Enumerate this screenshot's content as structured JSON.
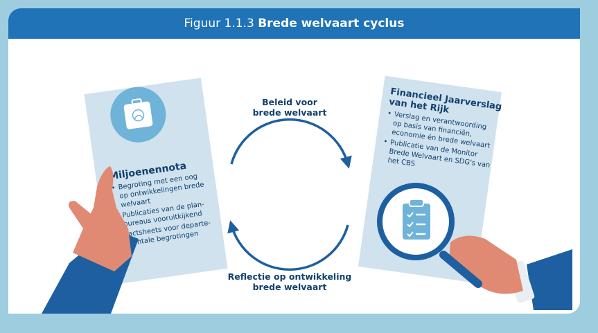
{
  "header": {
    "prefix": "Figuur 1.1.3",
    "title": "Brede welvaart cyclus"
  },
  "left_doc": {
    "title": "Miljoenennota",
    "bullets": [
      [
        "Begroting met een oog",
        "op ontwikkelingen brede",
        "welvaart"
      ],
      [
        "Publicaties van de plan-",
        "bureaus vooruitkijkend"
      ],
      [
        "Factsheets voor departe-",
        "mentale begrotingen"
      ]
    ]
  },
  "right_doc": {
    "title_lines": [
      "Financieel Jaarverslag",
      "van het Rijk"
    ],
    "bullets": [
      [
        "Verslag en verantwoording",
        "op basis van financiën,",
        "economie én brede welvaart"
      ],
      [
        "Publicatie van de Monitor",
        "Brede Welvaart en SDG's van",
        "het CBS"
      ]
    ]
  },
  "cycle": {
    "top_label": [
      "Beleid voor",
      "brede welvaart"
    ],
    "bottom_label": [
      "Reflectie op ontwikkeling",
      "brede welvaart"
    ]
  },
  "colors": {
    "frame": "#9fcde0",
    "header": "#1f73b6",
    "navy": "#12406e",
    "paper": "#cfe2ee",
    "skin": "#e08a73",
    "sleeve": "#1d5fa0"
  },
  "icons": [
    "briefcase-icon",
    "clipboard-checklist-icon",
    "magnifying-glass-icon",
    "cycle-arrow-icon"
  ]
}
